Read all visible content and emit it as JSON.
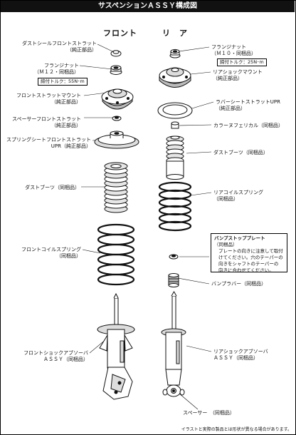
{
  "title": "サスペンションＡＳＳＹ構成図",
  "columns": {
    "front": "フロント",
    "rear": "リ　ア"
  },
  "labels": {
    "front_dust_seal": {
      "name": "ダストシールフロントストラット",
      "sub": "（純正部品）"
    },
    "front_flange_nut": {
      "name": "フランジナット",
      "sub": "（Ｍ１２・同梱品）"
    },
    "front_torque": "締付トルク：55N･m",
    "front_mount": {
      "name": "フロントストラットマウント",
      "sub": "（純正部品）"
    },
    "front_spacer": {
      "name": "スペーサーフロントストラット",
      "sub": "（純正部品）"
    },
    "front_spring_seat": {
      "name": "スプリングシートフロントストラット",
      "sub": "UPR（純正部品）"
    },
    "front_dust_boot": {
      "name": "ダストブーツ（同梱品）"
    },
    "front_coil_spring": {
      "name": "フロントコイルスプリング",
      "sub": "（同梱品）"
    },
    "front_shock": {
      "name": "フロントショックアブソーバ",
      "sub": "ＡＳＳＹ（同梱品）"
    },
    "rear_flange_nut": {
      "name": "フランジナット",
      "sub": "（Ｍ１０・同梱品）"
    },
    "rear_torque": "締付トルク：25N･m",
    "rear_mount": {
      "name": "リアショックマウント",
      "sub": "（純正部品）"
    },
    "rear_rubber_seat": {
      "name": "ラバーシートストラットUPR",
      "sub": "（純正部品）"
    },
    "rear_collar": {
      "name": "カラーヌフェリカル（同梱品）"
    },
    "rear_dust_boot": {
      "name": "ダストブーツ（同梱品）"
    },
    "rear_coil_spring": {
      "name": "リアコイルスプリング",
      "sub": "（同梱品）"
    },
    "rear_bump_plate": {
      "name": "バンプストッププレート",
      "sub": "（同梱品）"
    },
    "rear_bump_rubber": {
      "name": "バンプラバー（同梱品）"
    },
    "rear_shock": {
      "name": "リアショックアブソーバ",
      "sub": "ＡＳＳＹ（同梱品）"
    },
    "rear_spacer": {
      "name": "スペーサー　（同梱品）"
    }
  },
  "note": {
    "title": "バンプストッププレート",
    "sub": "（同梱品）",
    "lines": [
      "プレートの向きに注意して取付",
      "けてください。穴のテーパーの",
      "向きをシャフトのテーパーの",
      "向きに合わせてください。"
    ]
  },
  "footer": "イラストと実際の製品とは形状が異なる場合があります。",
  "colors": {
    "title_bg": "#111111",
    "ink": "#111111"
  }
}
